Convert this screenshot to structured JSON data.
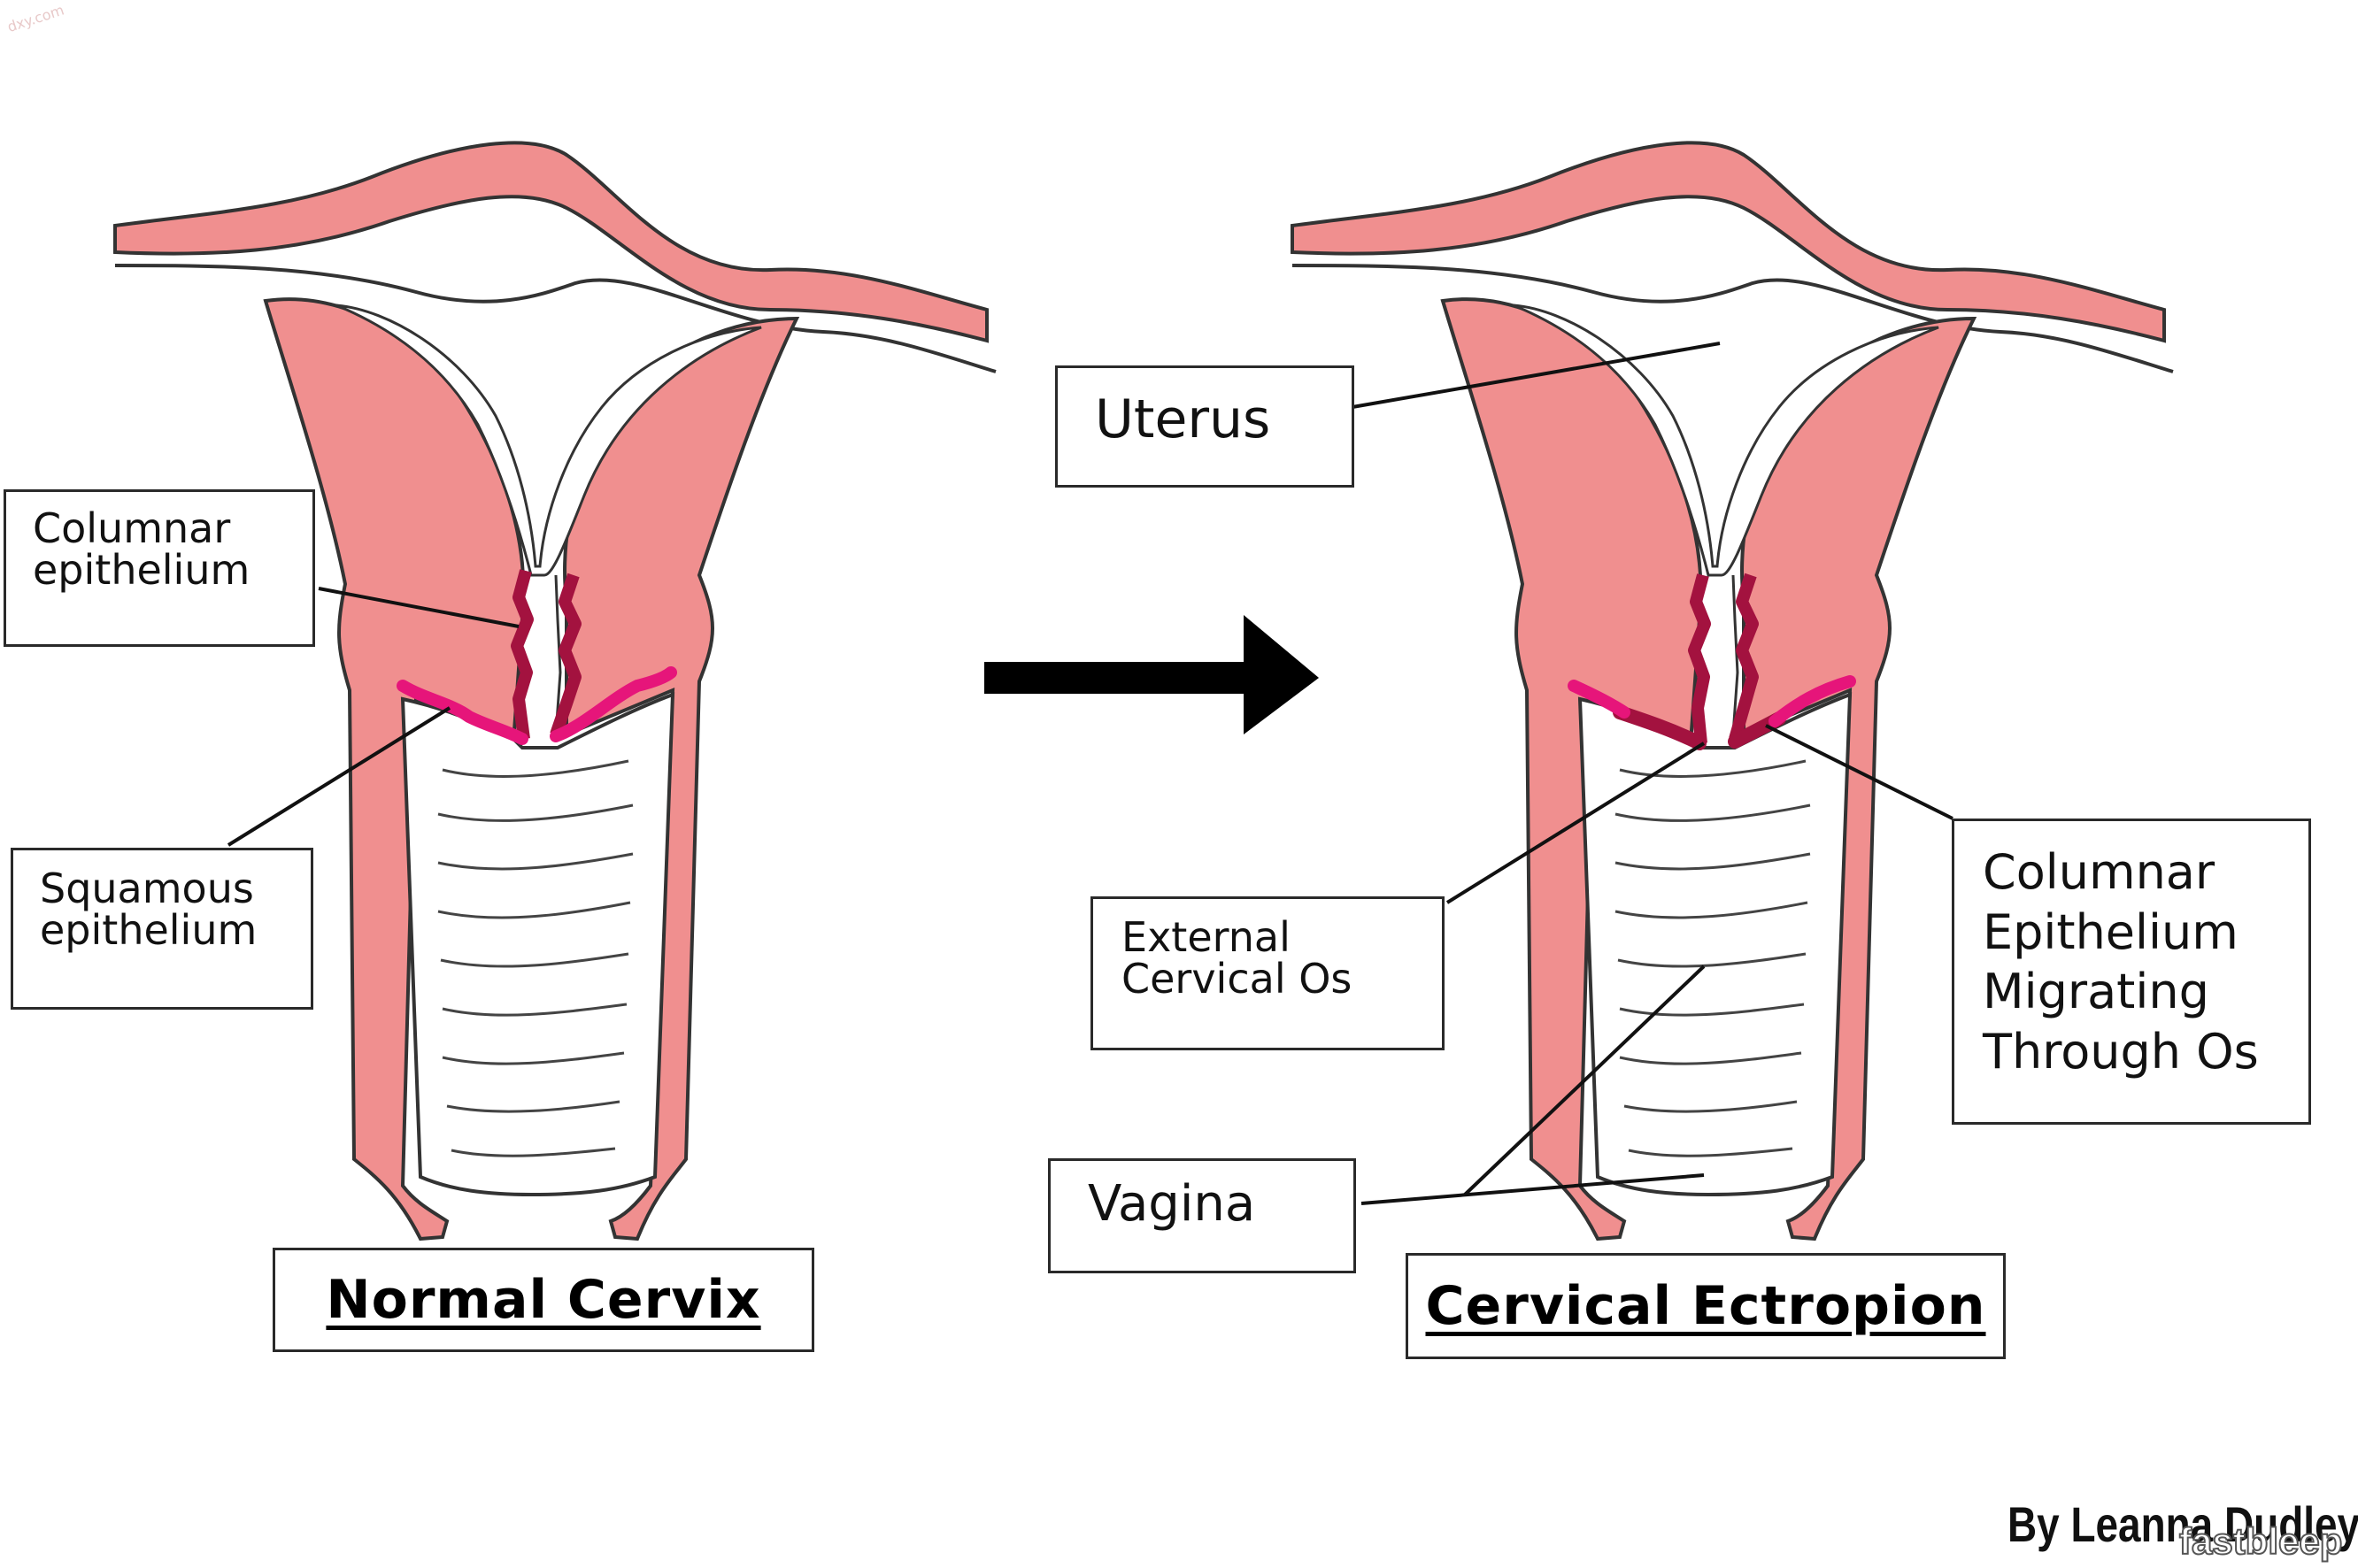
{
  "watermark": "dxy.com",
  "labels": {
    "columnar_epithelium": "Columnar\nepithelium",
    "squamous_epithelium": "Squamous\nepithelium",
    "uterus": "Uterus",
    "external_cervical_os": "External\nCervical Os",
    "vagina": "Vagina",
    "columnar_migrating": "Columnar\nEpithelium\nMigrating\nThrough Os"
  },
  "titles": {
    "normal": "Normal Cervix",
    "ectropion": "Cervical Ectropion"
  },
  "credit": "By Leanna Dudley",
  "logo": "fastbleep",
  "colors": {
    "tissue": "#f08f8f",
    "tissue_light": "#f4a9a9",
    "outline": "#333333",
    "columnar": "#a3123f",
    "squamous": "#e6157a",
    "arrow": "#000000"
  }
}
